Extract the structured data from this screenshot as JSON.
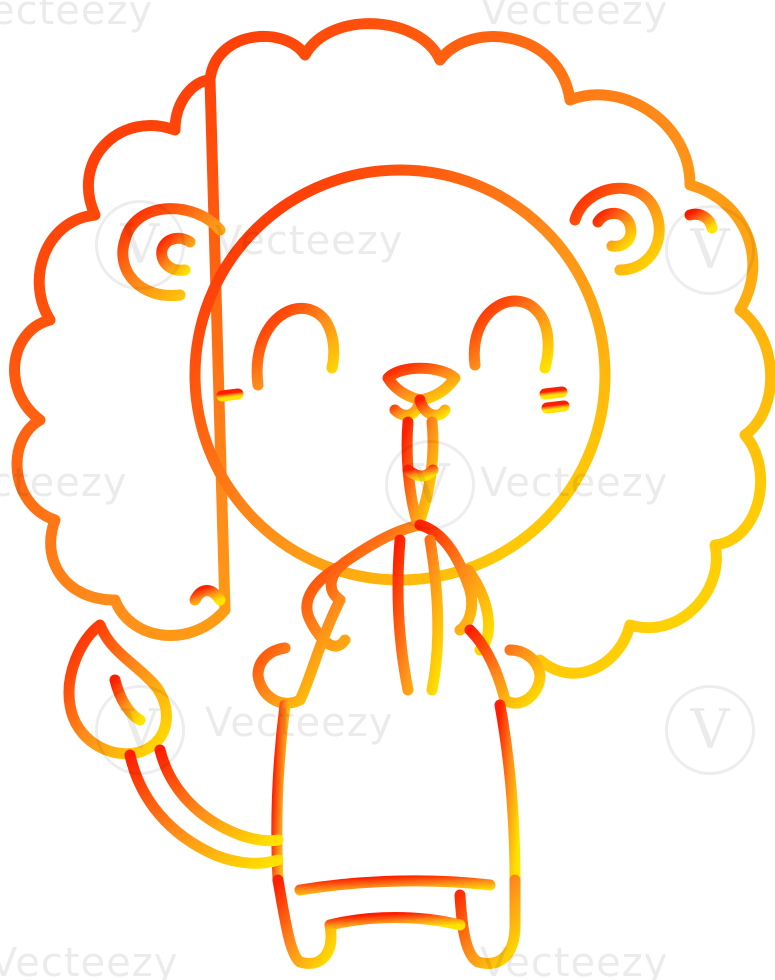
{
  "illustration": {
    "subject": "cartoon-lion",
    "stroke_gradient": {
      "start_color": "#ff1e00",
      "mid_color": "#ff8a1a",
      "end_color": "#ffe400"
    },
    "background_color": "#ffffff"
  },
  "watermark": {
    "brand_text": "Vecteezy",
    "fragment_text": "ecteezy",
    "fragment_text_2": "cteezy",
    "logo_glyph": "V",
    "color": "#000000"
  }
}
